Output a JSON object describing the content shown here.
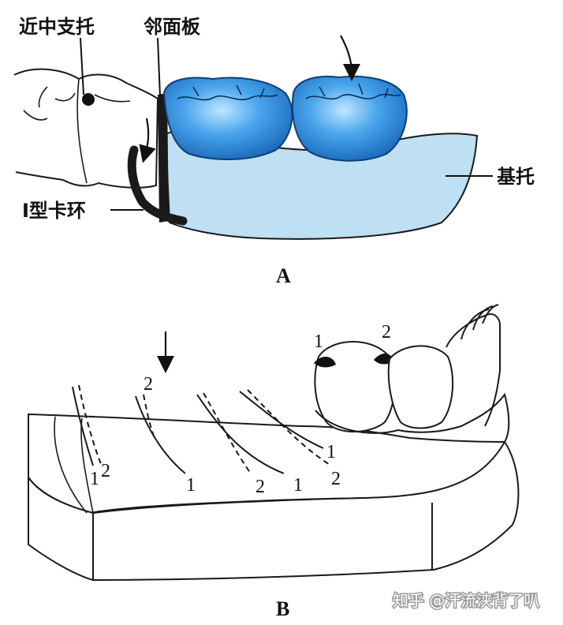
{
  "panelA": {
    "label": "A",
    "annotations": {
      "mesial_rest": "近中支托",
      "proximal_plate": "邻面板",
      "i_bar_clasp": "I型卡环",
      "base": "基托"
    }
  },
  "panelB": {
    "label": "B",
    "numbers": [
      "1",
      "2",
      "1",
      "2",
      "1",
      "2",
      "1",
      "2",
      "1",
      "2"
    ]
  },
  "watermark": "知乎 @汗流浃背了叭",
  "colors": {
    "tooth_blue": "#2f8fe0",
    "base_blue": "#bfe0f3",
    "outline": "#1a1a1a"
  }
}
